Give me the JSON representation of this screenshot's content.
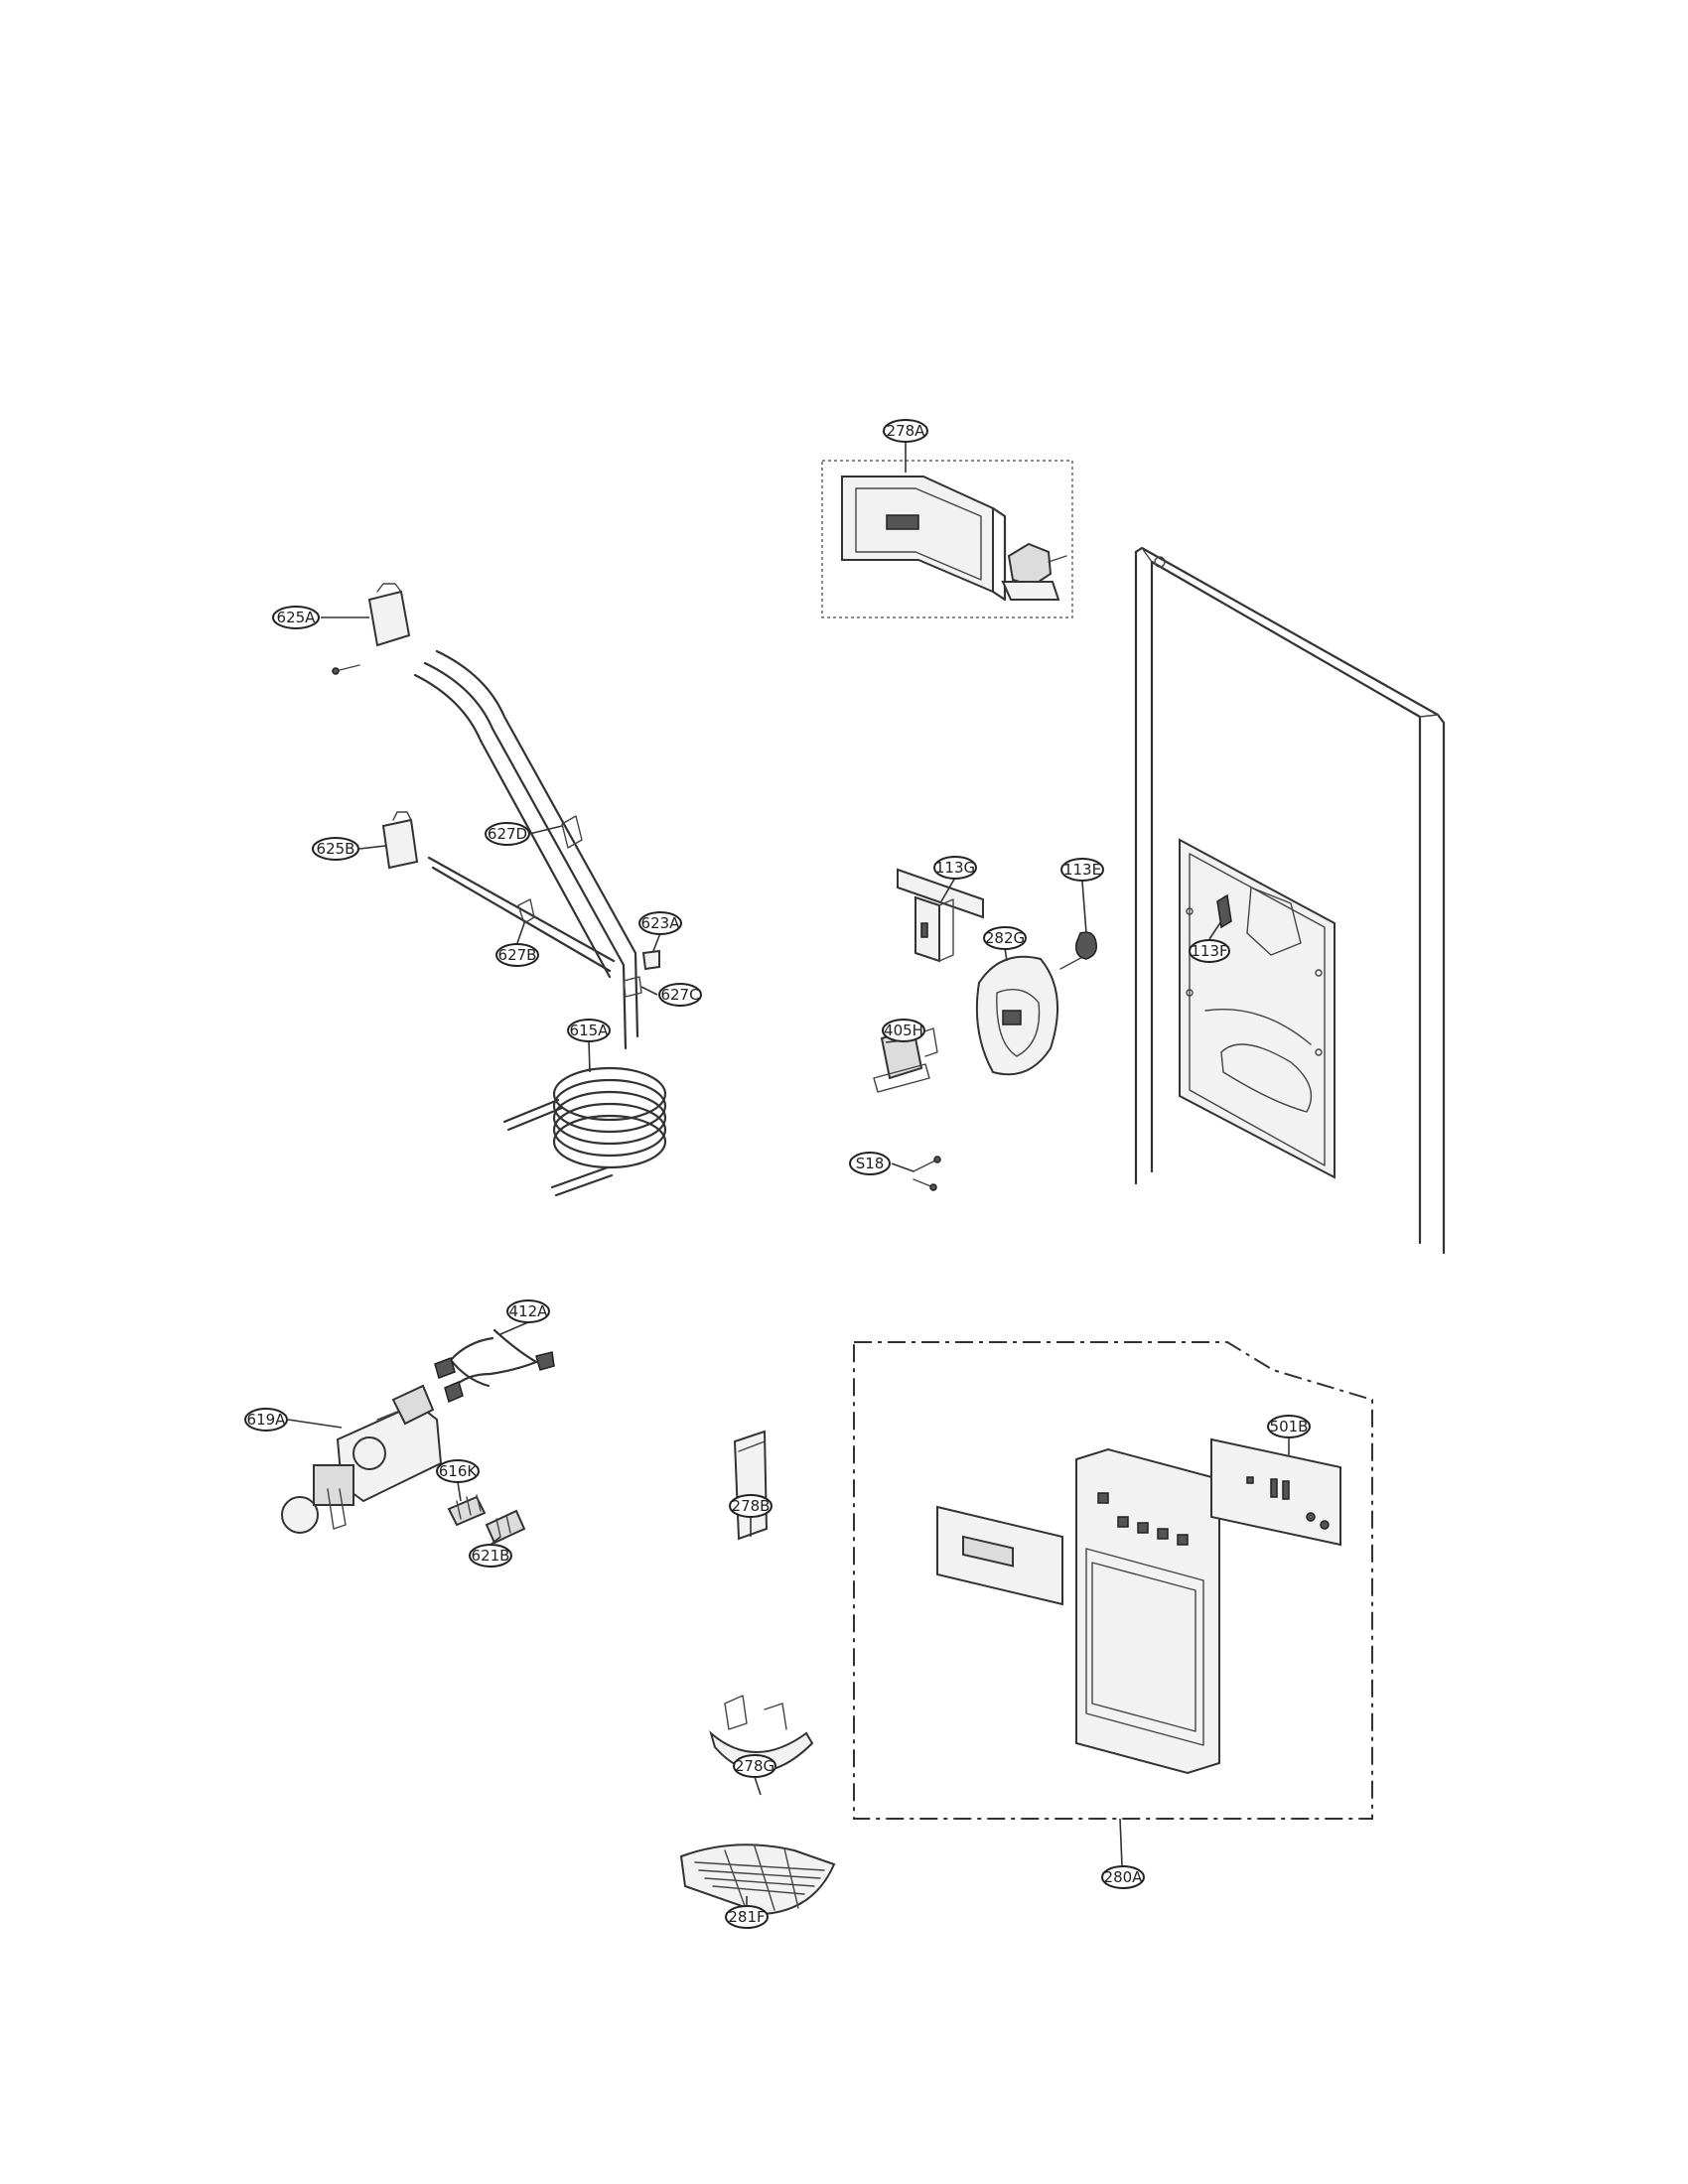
{
  "callouts": {
    "c278A": "278A",
    "c625A": "625A",
    "c627D": "627D",
    "c625B": "625B",
    "c623A": "623A",
    "c627B": "627B",
    "c627C": "627C",
    "c615A": "615A",
    "c113G": "113G",
    "c113E": "113E",
    "c282G": "282G",
    "c113F": "113F",
    "c405H": "405H",
    "c518": "S18",
    "c412A": "412A",
    "c619A": "619A",
    "c616K": "616K",
    "c621B": "621B",
    "c278B": "278B",
    "c501B": "501B",
    "c278G": "278G",
    "c281F": "281F",
    "c280A": "280A"
  }
}
